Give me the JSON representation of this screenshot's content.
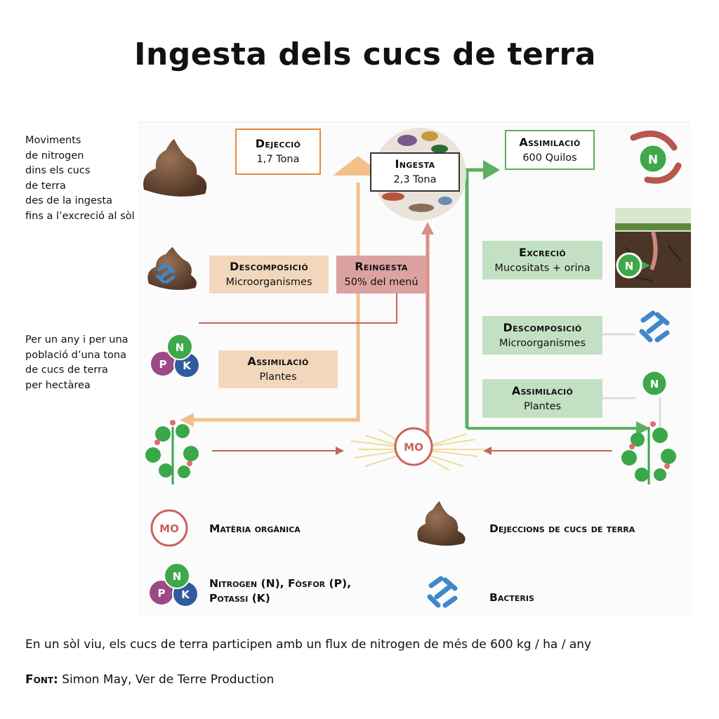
{
  "title": "Ingesta dels cucs de terra",
  "side_note_1": [
    "Moviments",
    "de nitrogen",
    "dins els cucs",
    "de terra",
    "des de la ingesta",
    "fins a l’excreció al sòl"
  ],
  "side_note_2": [
    "Per un any i per una",
    "població d’una tona",
    "de cucs de terra",
    "per hectàrea"
  ],
  "boxes": {
    "dejeccio": {
      "title": "Dejecció",
      "value": "1,7 Tona"
    },
    "ingesta": {
      "title": "Ingesta",
      "value": "2,3 Tona"
    },
    "assimilacio_top": {
      "title": "Assimilació",
      "value": "600 Quilos"
    },
    "descomposicio_left": {
      "title": "Descomposició",
      "value": "Microorganismes"
    },
    "reingesta": {
      "title": "Reingesta",
      "value": "50% del menú"
    },
    "assimilacio_left": {
      "title": "Assimilació",
      "value": "Plantes"
    },
    "excrecio": {
      "title": "Excreció",
      "value": "Mucositats + orina"
    },
    "descomposicio_right": {
      "title": "Descomposició",
      "value": "Microorganismes"
    },
    "assimilacio_right": {
      "title": "Assimilació",
      "value": "Plantes"
    }
  },
  "badges": {
    "mo": "MO",
    "n": "N",
    "p": "P",
    "k": "K"
  },
  "legend": {
    "mo": "Matèria orgànica",
    "dejeccions": "Dejeccions de cucs de terra",
    "npk_line1": "Nitrogen (N), Fòsfor (P),",
    "npk_line2": "Potassi (K)",
    "bacteris": "Bacteris"
  },
  "footer": "En un sòl viu, els cucs de terra participen amb un flux de nitrogen de més de 600 kg / ha / any",
  "source_label": "Font:",
  "source_text": "Simon May, Ver de Terre Production",
  "colors": {
    "orange": "#f0b678",
    "red": "#d98880",
    "green": "#5cb160",
    "brown": "#6b4a32",
    "blue": "#3f87c9",
    "purple": "#9b4a86",
    "navy": "#2f5c9e"
  },
  "icons": [
    "casting-icon",
    "bacteria-icon",
    "npk-icon",
    "n-icon",
    "mo-icon",
    "plant-icon",
    "worm-icon",
    "food-icon",
    "soil-photo"
  ]
}
